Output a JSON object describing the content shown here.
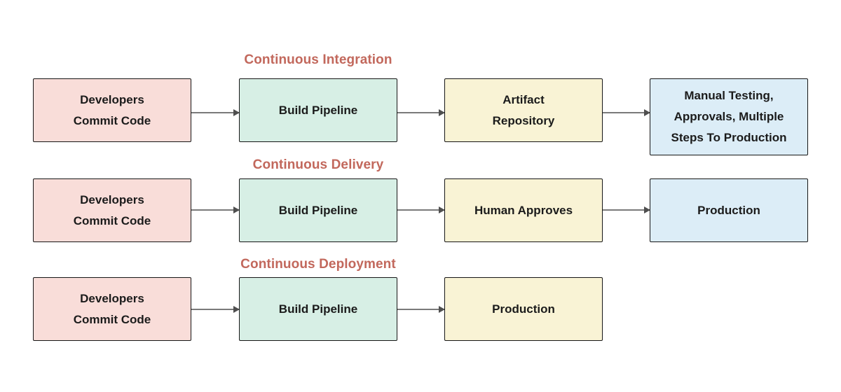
{
  "colors": {
    "pink": "#f9ddd9",
    "mint": "#d7efe5",
    "yellow": "#f9f3d5",
    "blue": "#dcedf7",
    "title": "#c2685c",
    "box-border": "#161616",
    "box-text": "#1b1b1b",
    "arrow": "#7a7a7a",
    "arrow-head": "#4f4f4f",
    "canvas-bg": "#ffffff"
  },
  "diagram": {
    "rows": [
      {
        "title": "Continuous Integration",
        "boxes": [
          {
            "color": "pink",
            "lines": [
              "Developers",
              "Commit Code"
            ]
          },
          {
            "color": "mint",
            "lines": [
              "Build Pipeline"
            ]
          },
          {
            "color": "yellow",
            "lines": [
              "Artifact",
              "Repository"
            ]
          },
          {
            "color": "blue",
            "lines": [
              "Manual Testing,",
              "Approvals, Multiple",
              "Steps To Production"
            ]
          }
        ]
      },
      {
        "title": "Continuous Delivery",
        "boxes": [
          {
            "color": "pink",
            "lines": [
              "Developers",
              "Commit Code"
            ]
          },
          {
            "color": "mint",
            "lines": [
              "Build Pipeline"
            ]
          },
          {
            "color": "yellow",
            "lines": [
              "Human Approves"
            ]
          },
          {
            "color": "blue",
            "lines": [
              "Production"
            ]
          }
        ]
      },
      {
        "title": "Continuous Deployment",
        "boxes": [
          {
            "color": "pink",
            "lines": [
              "Developers",
              "Commit Code"
            ]
          },
          {
            "color": "mint",
            "lines": [
              "Build Pipeline"
            ]
          },
          {
            "color": "yellow",
            "lines": [
              "Production"
            ]
          }
        ]
      }
    ]
  }
}
